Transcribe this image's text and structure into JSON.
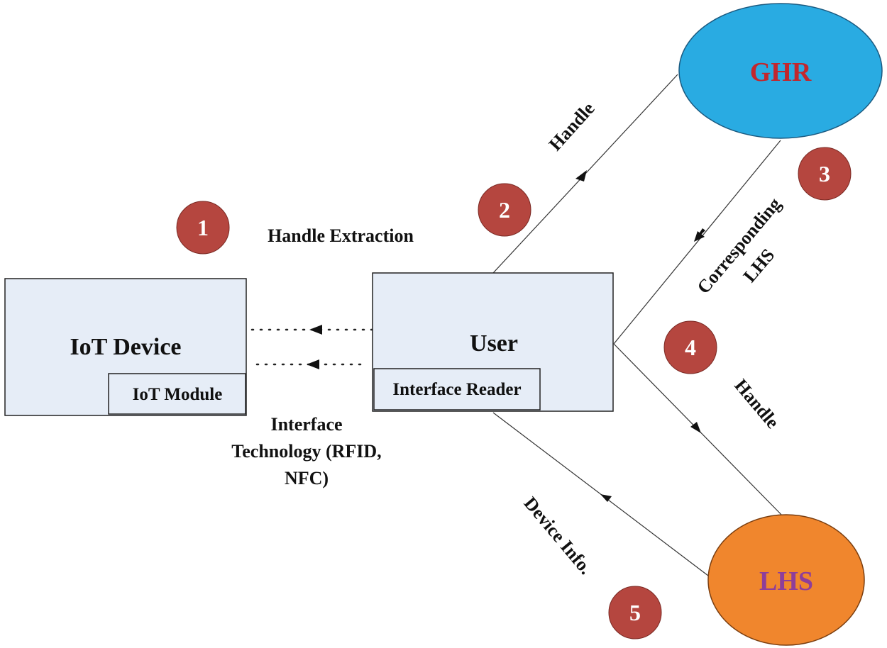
{
  "nodes": {
    "iot_device": {
      "label": "IoT Device",
      "module": "IoT Module"
    },
    "user": {
      "label": "User",
      "module": "Interface Reader"
    },
    "ghr": {
      "label": "GHR"
    },
    "lhs": {
      "label": "LHS"
    }
  },
  "edge_labels": {
    "handle_extraction": "Handle Extraction",
    "interface_tech": [
      "Interface",
      "Technology (RFID,",
      "NFC)"
    ],
    "handle_to_ghr": "Handle",
    "corresponding_lhs": [
      "Corresponding",
      "LHS"
    ],
    "handle_to_lhs": "Handle",
    "device_info": "Device Info."
  },
  "steps": [
    "1",
    "2",
    "3",
    "4",
    "5"
  ],
  "colors": {
    "box_fill": "#e6edf7",
    "ghr_fill": "#29abe2",
    "ghr_text": "#c1272d",
    "lhs_fill": "#f0862d",
    "lhs_text": "#8e3e9a",
    "step_fill": "#b5463f"
  }
}
